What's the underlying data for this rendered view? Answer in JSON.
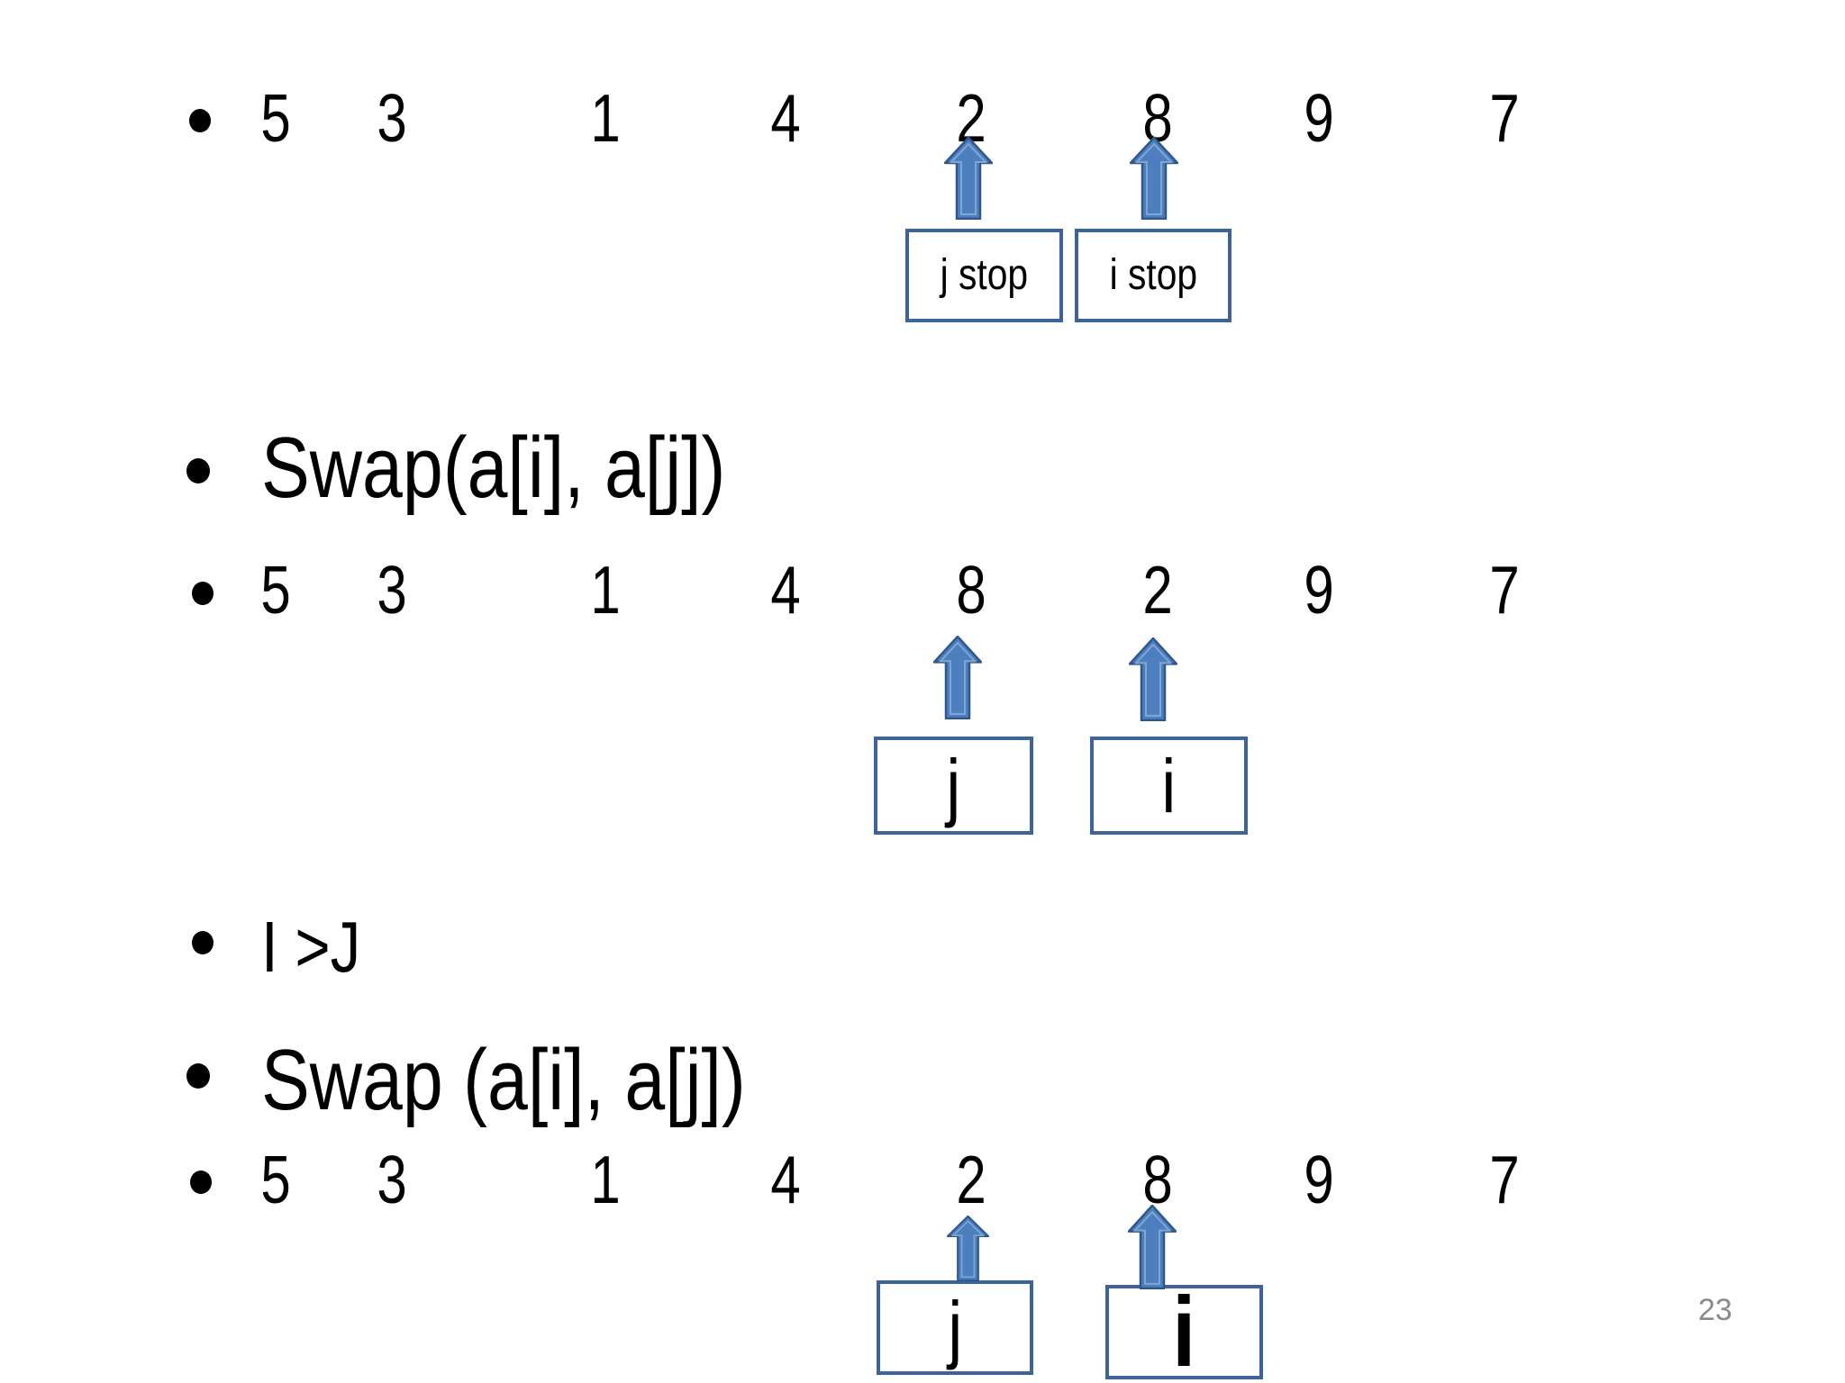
{
  "slide": {
    "kind": "presentation-slide",
    "background": "#ffffff",
    "page_number": "23"
  },
  "colors": {
    "arrow_fill": "#4d7fbe",
    "arrow_border": "#30578b",
    "arrow_inner_highlight": "#7ea6d2",
    "box_border": "#3c649b",
    "text": "#000000",
    "page_number_gray": "#8a8a8a"
  },
  "arrays": {
    "row1": {
      "values": [
        "5",
        "3",
        "1",
        "4",
        "2",
        "8",
        "9",
        "7"
      ]
    },
    "row2": {
      "values": [
        "5",
        "3",
        "1",
        "4",
        "8",
        "2",
        "9",
        "7"
      ]
    },
    "row3": {
      "values": [
        "5",
        "3",
        "1",
        "4",
        "2",
        "8",
        "9",
        "7"
      ]
    }
  },
  "text_lines": {
    "swap1": "Swap(a[i], a[j])",
    "condition": "I >J",
    "swap2": "Swap (a[i], a[j])"
  },
  "pointer_labels": {
    "row1": {
      "j": "j stop",
      "i": "i stop"
    },
    "row2": {
      "j": "j",
      "i": "i"
    },
    "row3": {
      "j": "j",
      "i": "i"
    }
  }
}
